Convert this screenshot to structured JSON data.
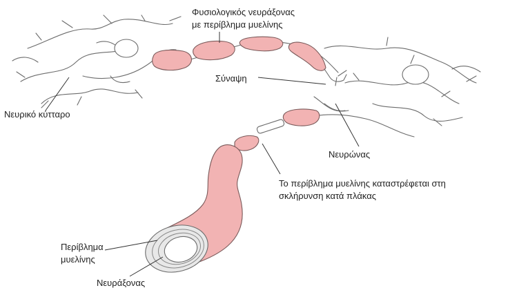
{
  "labels": {
    "normal_axon_line1": "Φυσιολογικός νευράξονας",
    "normal_axon_line2": "με περίβλημα μυελίνης",
    "synapse": "Σύναψη",
    "nerve_cell": "Νευρικό κύτταρο",
    "neuron": "Νευρώνας",
    "ms_line1": "Το περίβλημα μυελίνης καταστρέφεται στη",
    "ms_line2": "σκλήρυνση κατά πλάκας",
    "sheath_line1": "Περίβλημα",
    "sheath_line2": "μυελίνης",
    "axon": "Νευράξονας"
  },
  "colors": {
    "myelin": "#f2b3b3",
    "outline": "#6b6b6b",
    "text": "#222222"
  }
}
